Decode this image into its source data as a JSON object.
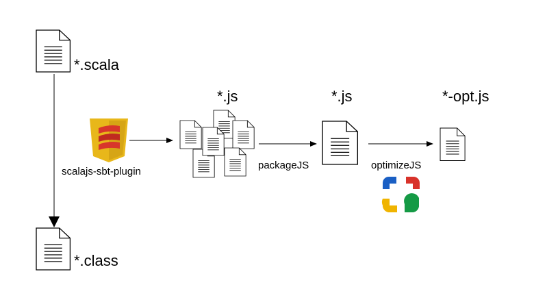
{
  "labels": {
    "scala_files": "*.scala",
    "class_files": "*.class",
    "plugin": "scalajs-sbt-plugin",
    "js_files_1": "*.js",
    "js_files_2": "*.js",
    "opt_js": "*-opt.js",
    "package_step": "packageJS",
    "optimize_step": "optimizeJS"
  },
  "icons": {
    "document": "document-icon",
    "plugin_logo": "scala-shield-logo",
    "optimizer_logo": "closure-compiler-logo"
  },
  "colors": {
    "shield_gold": "#e8b71a",
    "shield_dark": "#a07d0f",
    "scala_red": "#d8362b",
    "closure_blue": "#1a5fc4",
    "closure_red": "#d8322a",
    "closure_yellow": "#f0b400",
    "closure_green": "#159a45"
  }
}
